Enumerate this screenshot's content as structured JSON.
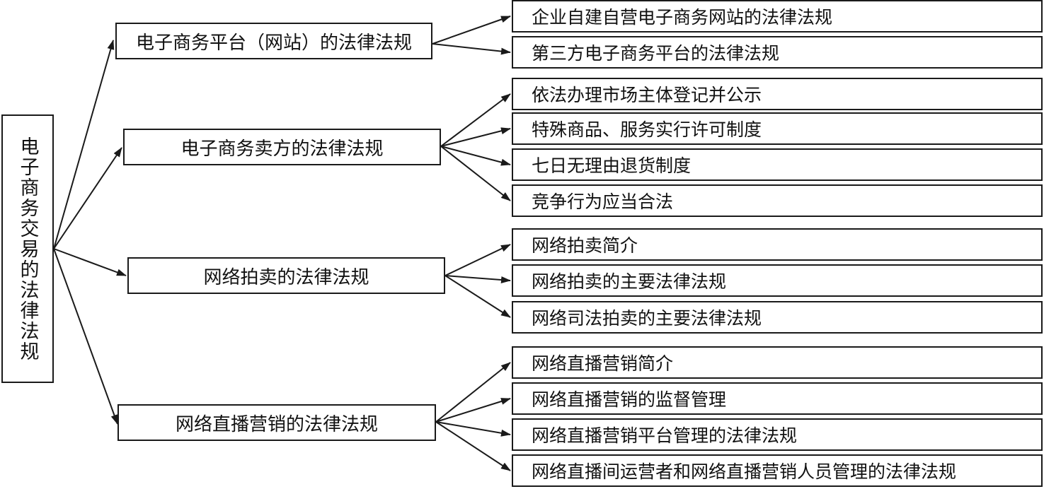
{
  "diagram": {
    "type": "tree",
    "direction": "left-to-right",
    "root": {
      "id": "root",
      "label": "电子商务交易的法律法规"
    },
    "branches": [
      {
        "id": "platform",
        "label": "电子商务平台（网站）的法律法规",
        "children": [
          {
            "label": "企业自建自营电子商务网站的法律法规"
          },
          {
            "label": "第三方电子商务平台的法律法规"
          }
        ]
      },
      {
        "id": "seller",
        "label": "电子商务卖方的法律法规",
        "children": [
          {
            "label": "依法办理市场主体登记并公示"
          },
          {
            "label": "特殊商品、服务实行许可制度"
          },
          {
            "label": "七日无理由退货制度"
          },
          {
            "label": "竞争行为应当合法"
          }
        ]
      },
      {
        "id": "auction",
        "label": "网络拍卖的法律法规",
        "children": [
          {
            "label": "网络拍卖简介"
          },
          {
            "label": "网络拍卖的主要法律法规"
          },
          {
            "label": "网络司法拍卖的主要法律法规"
          }
        ]
      },
      {
        "id": "livestream",
        "label": "网络直播营销的法律法规",
        "children": [
          {
            "label": "网络直播营销简介"
          },
          {
            "label": "网络直播营销的监督管理"
          },
          {
            "label": "网络直播营销平台管理的法律法规"
          },
          {
            "label": "网络直播间运营者和网络直播营销人员管理的法律法规"
          }
        ]
      }
    ],
    "colors": {
      "line": "#1a1a1a",
      "background": "#ffffff",
      "text": "#111111"
    }
  }
}
